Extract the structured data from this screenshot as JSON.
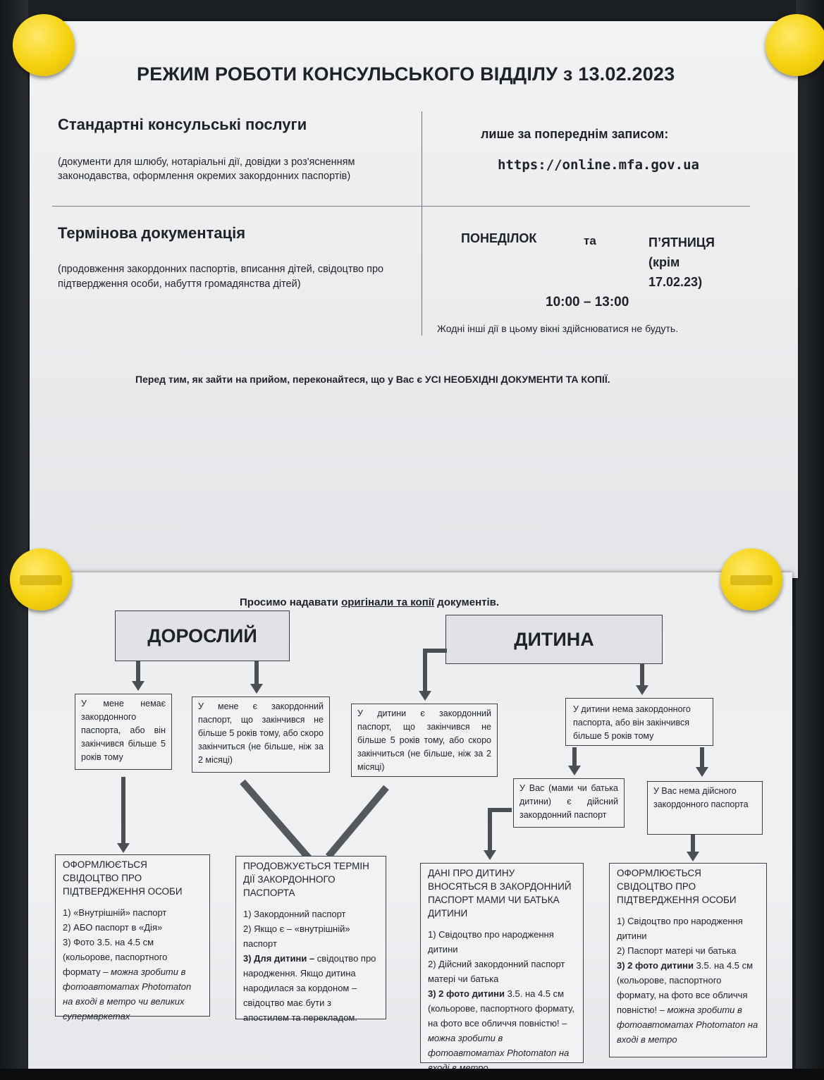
{
  "top_sheet": {
    "title": "РЕЖИМ РОБОТИ КОНСУЛЬСЬКОГО ВІДДІЛУ з 13.02.2023",
    "standard": {
      "title": "Стандартні консульські послуги",
      "desc": "(документи для шлюбу, нотаріальні дії, довідки з роз'ясненням законодавства, оформлення окремих закордонних паспортів)"
    },
    "appointment": {
      "label": "лише за попереднім записом:",
      "url": "https://online.mfa.gov.ua"
    },
    "urgent": {
      "title": "Термінова документація",
      "desc": "(продовження закордонних паспортів, вписання дітей, свідоцтво про підтвердження особи, набуття громадянства дітей)"
    },
    "schedule": {
      "day1": "ПОНЕДІЛОК",
      "and": "та",
      "day2": "П’ЯТНИЦЯ\n(крім\n17.02.23)",
      "hours": "10:00 – 13:00",
      "note": "Жодні інші дії в цьому вікні здійснюватися не будуть."
    },
    "before_note": "Перед тим, як зайти на прийом, переконайтеся, що у Вас є УСІ НЕОБХІДНІ ДОКУМЕНТИ ТА КОПІЇ."
  },
  "bottom_sheet": {
    "request_prefix": "Просимо надавати ",
    "request_underlined": "оригінали та копії",
    "request_suffix": " документів.",
    "adult_header": "ДОРОСЛИЙ",
    "child_header": "ДИТИНА",
    "conditions": {
      "c1": "У мене немає закордонного паспорта, або він закінчився більше 5 років тому",
      "c2": "У мене є закордонний паспорт, що закінчився не більше 5 років тому, або скоро закінчиться (не більше, ніж за 2 місяці)",
      "c3": "У дитини є закордонний паспорт, що закінчився не більше 5 років тому, або скоро закінчиться (не більше, ніж за 2 місяці)",
      "c4": "У дитини нема закордонного паспорта, або він закінчився більше 5 років тому",
      "c4a": "У Вас (мами чи батька дитини) є дійсний закордонний паспорт",
      "c4b": "У Вас нема дійсного закордонного паспорта"
    },
    "results": {
      "r1": {
        "title": "ОФОРМЛЮЄТЬСЯ СВІДОЦТВО ПРО ПІДТВЕРДЖЕННЯ ОСОБИ",
        "item1": "1) «Внутрішній» паспорт",
        "item2": "2) АБО паспорт в «Дія»",
        "item3": "3) Фото 3.5. на 4.5 см (кольорове, паспортного формату – ",
        "item3_italic": "можна зробити в фотоавтоматах Photomaton на вході в метро чи великих супермаркетах"
      },
      "r2": {
        "title": "ПРОДОВЖУЄТЬСЯ ТЕРМІН ДІЇ ЗАКОРДОННОГО ПАСПОРТА",
        "item1": "1) Закордонний паспорт",
        "item2": "2) Якщо є – «внутрішній» паспорт",
        "item3_bold": "3) Для дитини –",
        "item3": " свідоцтво про народження. Якщо дитина народилася за кордоном – свідоцтво має бути з апостилем та перекладом."
      },
      "r3": {
        "title": "ДАНІ ПРО ДИТИНУ ВНОСЯТЬСЯ В ЗАКОРДОННИЙ ПАСПОРТ МАМИ ЧИ БАТЬКА ДИТИНИ",
        "item1": "1) Свідоцтво про народження дитини",
        "item2": "2) Дійсний закордонний паспорт матері чи батька",
        "item3_bold": "3) 2 фото дитини",
        "item3": " 3.5. на 4.5 см (кольорове, паспортного формату, на фото все обличчя повністю! – ",
        "item3_italic": "можна зробити в фотоавтоматах Photomaton на вході в метро"
      },
      "r4": {
        "title": "ОФОРМЛЮЄТЬСЯ СВІДОЦТВО ПРО ПІДТВЕРДЖЕННЯ ОСОБИ",
        "item1": "1) Свідоцтво про народження дитини",
        "item2": "2) Паспорт матері чи батька",
        "item3_bold": "3) 2 фото дитини",
        "item3": " 3.5. на 4.5 см (кольорове, паспортного формату, на фото все обличчя повністю! – ",
        "item3_italic": "можна зробити в фотоавтоматах Photomaton на вході в метро"
      }
    }
  },
  "colors": {
    "paper": "#eeeff1",
    "magnet": "#f5d20e",
    "background": "#1c1f22"
  }
}
